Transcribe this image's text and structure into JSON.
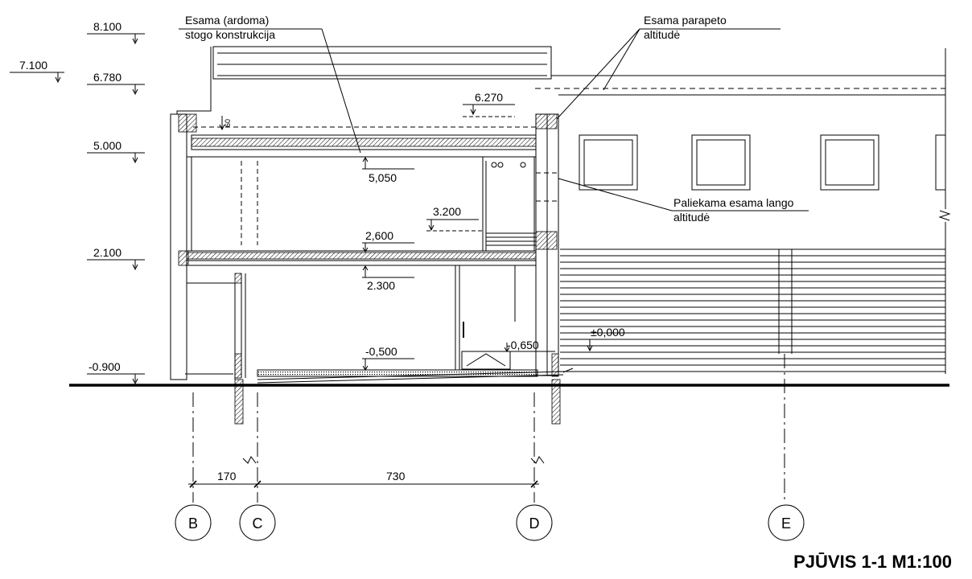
{
  "drawing": {
    "title": "PJŪVIS 1-1 M1:100",
    "levels_left": {
      "l8100": "8.100",
      "l7100": "7.100",
      "l6780": "6.780",
      "l5000": "5.000",
      "l2100": "2.100",
      "lm0900": "-0.900"
    },
    "levels_inner": {
      "l6270": "6.270",
      "l5050": "5,050",
      "l3200": "3.200",
      "l2600": "2,600",
      "l2300": "2.300",
      "lm0500": "-0,500",
      "lm0650": "-0,650",
      "l0000": "±0,000"
    },
    "notes": {
      "roof_line1": "Esama (ardoma)",
      "roof_line2": "stogo konstrukcija",
      "parapet_line1": "Esama parapeto",
      "parapet_line2": "altitudė",
      "window_line1": "Paliekama esama lango",
      "window_line2": "altitudė",
      "small60": "60"
    },
    "dimensions": {
      "d170": "170",
      "d730": "730"
    },
    "axes": [
      "B",
      "C",
      "D",
      "E"
    ]
  }
}
